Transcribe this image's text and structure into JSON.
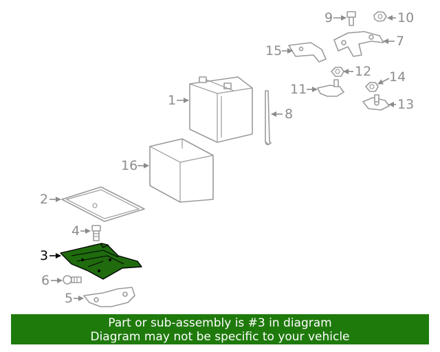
{
  "callouts": {
    "c1": "1",
    "c2": "2",
    "c3": "3",
    "c4": "4",
    "c5": "5",
    "c6": "6",
    "c7": "7",
    "c8": "8",
    "c9": "9",
    "c10": "10",
    "c11": "11",
    "c12": "12",
    "c13": "13",
    "c14": "14",
    "c15": "15",
    "c16": "16"
  },
  "highlighted_part": "3",
  "highlight_color": "#1f6b0e",
  "banner": {
    "line1": "Part or sub-assembly is #3 in diagram",
    "line2": "Diagram may not be specific to your vehicle",
    "background": "#1f7a0c"
  }
}
